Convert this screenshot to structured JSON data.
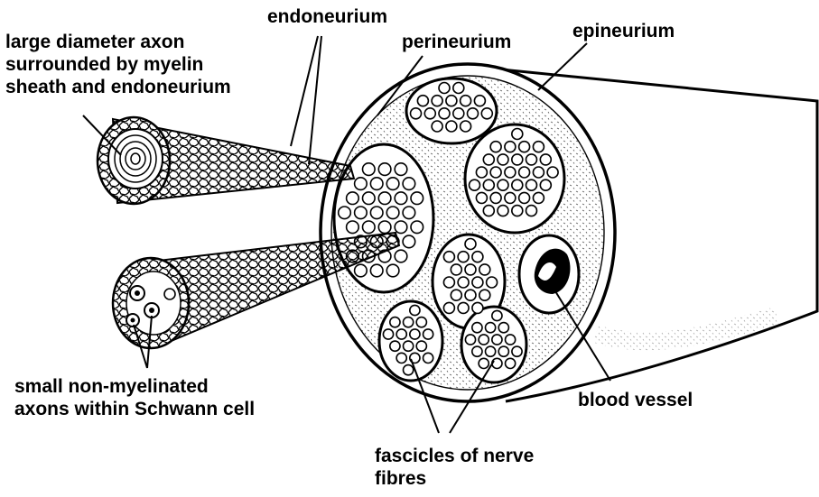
{
  "labels": {
    "endoneurium": "endoneurium",
    "perineurium": "perineurium",
    "epineurium": "epineurium",
    "large_axon": [
      "large diameter axon",
      "surrounded by myelin",
      "sheath and endoneurium"
    ],
    "small_axons": [
      "small non-myelinated",
      "axons within Schwann cell"
    ],
    "blood_vessel": "blood vessel",
    "fascicles": [
      "fascicles of nerve",
      "fibres"
    ]
  }
}
